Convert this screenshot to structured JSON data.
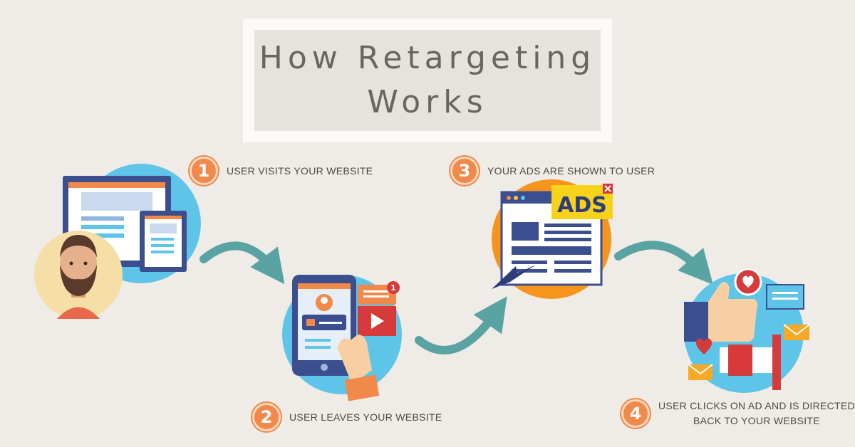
{
  "title": {
    "line1": "How Retargeting",
    "line2": "Works"
  },
  "steps": [
    {
      "number": "1",
      "label": "USER VISITS YOUR WEBSITE"
    },
    {
      "number": "2",
      "label": "USER LEAVES YOUR WEBSITE"
    },
    {
      "number": "3",
      "label": "YOUR ADS ARE SHOWN TO USER"
    },
    {
      "number": "4",
      "label_line1": "USER CLICKS ON AD AND IS DIRECTED",
      "label_line2": "BACK TO YOUR WEBSITE"
    }
  ],
  "ads_banner": {
    "text": "ADS"
  },
  "notification": {
    "count": "1"
  },
  "colors": {
    "background": "#efebe6",
    "accent_orange": "#f0894a",
    "teal_arrow": "#5aa3a3",
    "circle_blue": "#5ec4e8",
    "navy": "#3b4f8f"
  }
}
